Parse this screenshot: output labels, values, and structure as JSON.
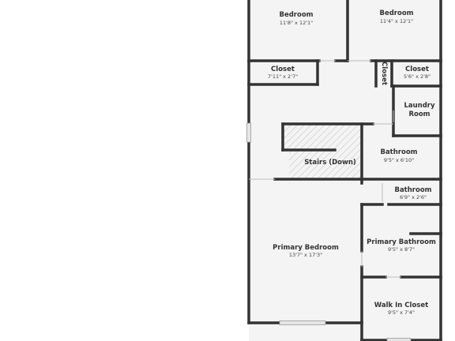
{
  "floor_plan": {
    "colors": {
      "background": "#ffffff",
      "floor": "#f4f4f4",
      "wall": "#333333",
      "text": "#333333",
      "window": "#d6d6d6"
    },
    "rooms": {
      "bedroom_left": {
        "name": "Bedroom",
        "dims": "11'8\" x 12'1\""
      },
      "bedroom_right": {
        "name": "Bedroom",
        "dims": "11'4\" x 12'1\""
      },
      "closet_left": {
        "name": "Closet",
        "dims": "7'11\" x 2'7\""
      },
      "closet_small": {
        "name": "Closet"
      },
      "closet_right": {
        "name": "Closet",
        "dims": "5'6\" x 2'8\""
      },
      "laundry": {
        "name_line1": "Laundry",
        "name_line2": "Room"
      },
      "stairs": {
        "name": "Stairs (Down)"
      },
      "bathroom_mid": {
        "name": "Bathroom",
        "dims": "9'5\" x 6'10\""
      },
      "bathroom_small": {
        "name": "Bathroom",
        "dims": "6'9\" x 2'6\""
      },
      "primary_bedroom": {
        "name": "Primary Bedroom",
        "dims": "13'7\" x 17'3\""
      },
      "primary_bath": {
        "name": "Primary Bathroom",
        "dims": "9'5\" x 8'7\""
      },
      "walk_in_closet": {
        "name": "Walk In Closet",
        "dims": "9'5\" x 7'4\""
      }
    }
  }
}
